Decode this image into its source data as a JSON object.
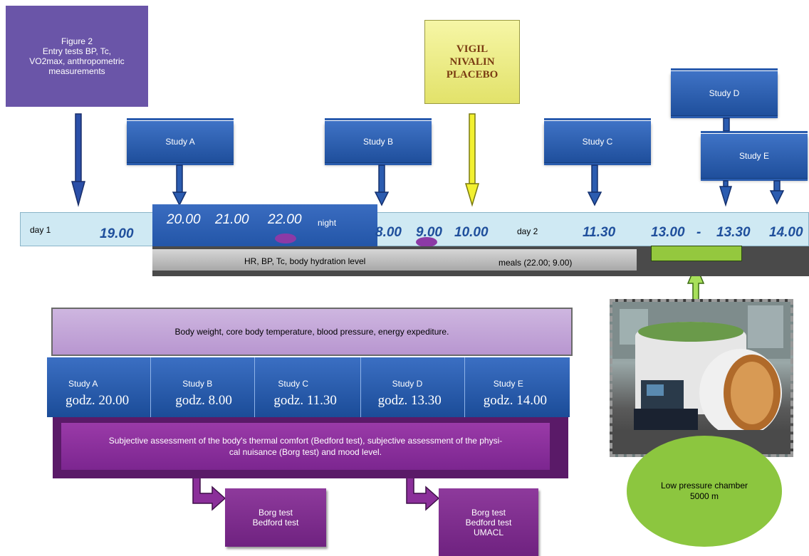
{
  "entry_box": {
    "text": "Figure 2\nEntry tests BP, Tc,\nVO2max, anthropometric\nmeasurements"
  },
  "drug_box": {
    "lines": [
      "VIGIL",
      "NIVALIN",
      "PLACEBO"
    ]
  },
  "study_boxes": {
    "a": "Study  A",
    "b": "Study  B",
    "c": "Study  C",
    "d": "Study  D",
    "e": "Study  E"
  },
  "timeline": {
    "day1": "day 1",
    "t1900": "19.00",
    "t2000": "20.00",
    "t2100": "21.00",
    "t2200": "22.00",
    "night": "night",
    "t800": "8.00",
    "t900": "9.00",
    "t1000": "10.00",
    "day2": "day 2",
    "t1130": "11.30",
    "t1300": "13.00",
    "dash": "-",
    "t1330": "13.30",
    "t1400": "14.00"
  },
  "grey_bar": {
    "left": "HR, BP, Tc, body hydration level",
    "right": "meals (22.00; 9.00)"
  },
  "measurement_box": "Body weight, core body temperature, blood pressure, energy expediture.",
  "study_row": [
    {
      "name": "Study  A",
      "time": "godz. 20.00"
    },
    {
      "name": "Study  B",
      "time": "godz. 8.00"
    },
    {
      "name": "Study  C",
      "time": "godz. 11.30"
    },
    {
      "name": "Study  D",
      "time": "godz. 13.30"
    },
    {
      "name": "Study  E",
      "time": "godz. 14.00"
    }
  ],
  "subjective_box": "Subjective assessment of the body's thermal comfort (Bedford test), subjective assessment of the physi-\ncal nuisance (Borg test) and mood level.",
  "test_box_1": "Borg test\nBedford test",
  "test_box_2": "Borg test\nBedford test\nUMACL",
  "chamber": "Low pressure chamber\n5000 m",
  "colors": {
    "blue": "#1f4f9c",
    "light_blue": "#cfe9f3",
    "purple": "#7b2c8c",
    "lavender": "#c6a8d8",
    "yellow": "#f1f18a",
    "green": "#8cc63f",
    "grey": "#b8b8b8"
  }
}
